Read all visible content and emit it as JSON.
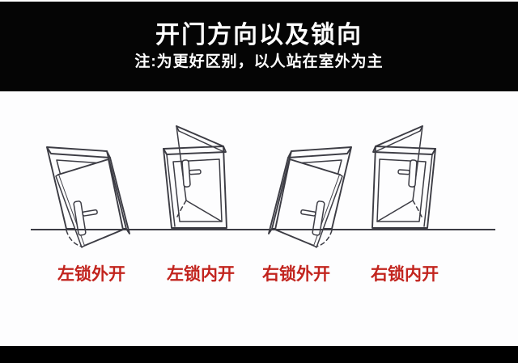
{
  "header": {
    "title": "开门方向以及锁向",
    "note": "注:为更好区别，以人站在室外为主"
  },
  "diagram": {
    "doors": [
      {
        "illustration": "left-lock-outward-opening-door",
        "label": "左锁外开"
      },
      {
        "illustration": "left-lock-inward-opening-door",
        "label": "左锁内开"
      },
      {
        "illustration": "right-lock-outward-opening-door",
        "label": "右锁外开"
      },
      {
        "illustration": "right-lock-inward-opening-door",
        "label": "右锁内开"
      }
    ]
  },
  "colors": {
    "header_bg": "#000000",
    "header_text": "#ffffff",
    "footer_bg": "#000000",
    "label_red": "#c2241e",
    "line": "#3c3c44",
    "background": "#fdfdfe"
  }
}
